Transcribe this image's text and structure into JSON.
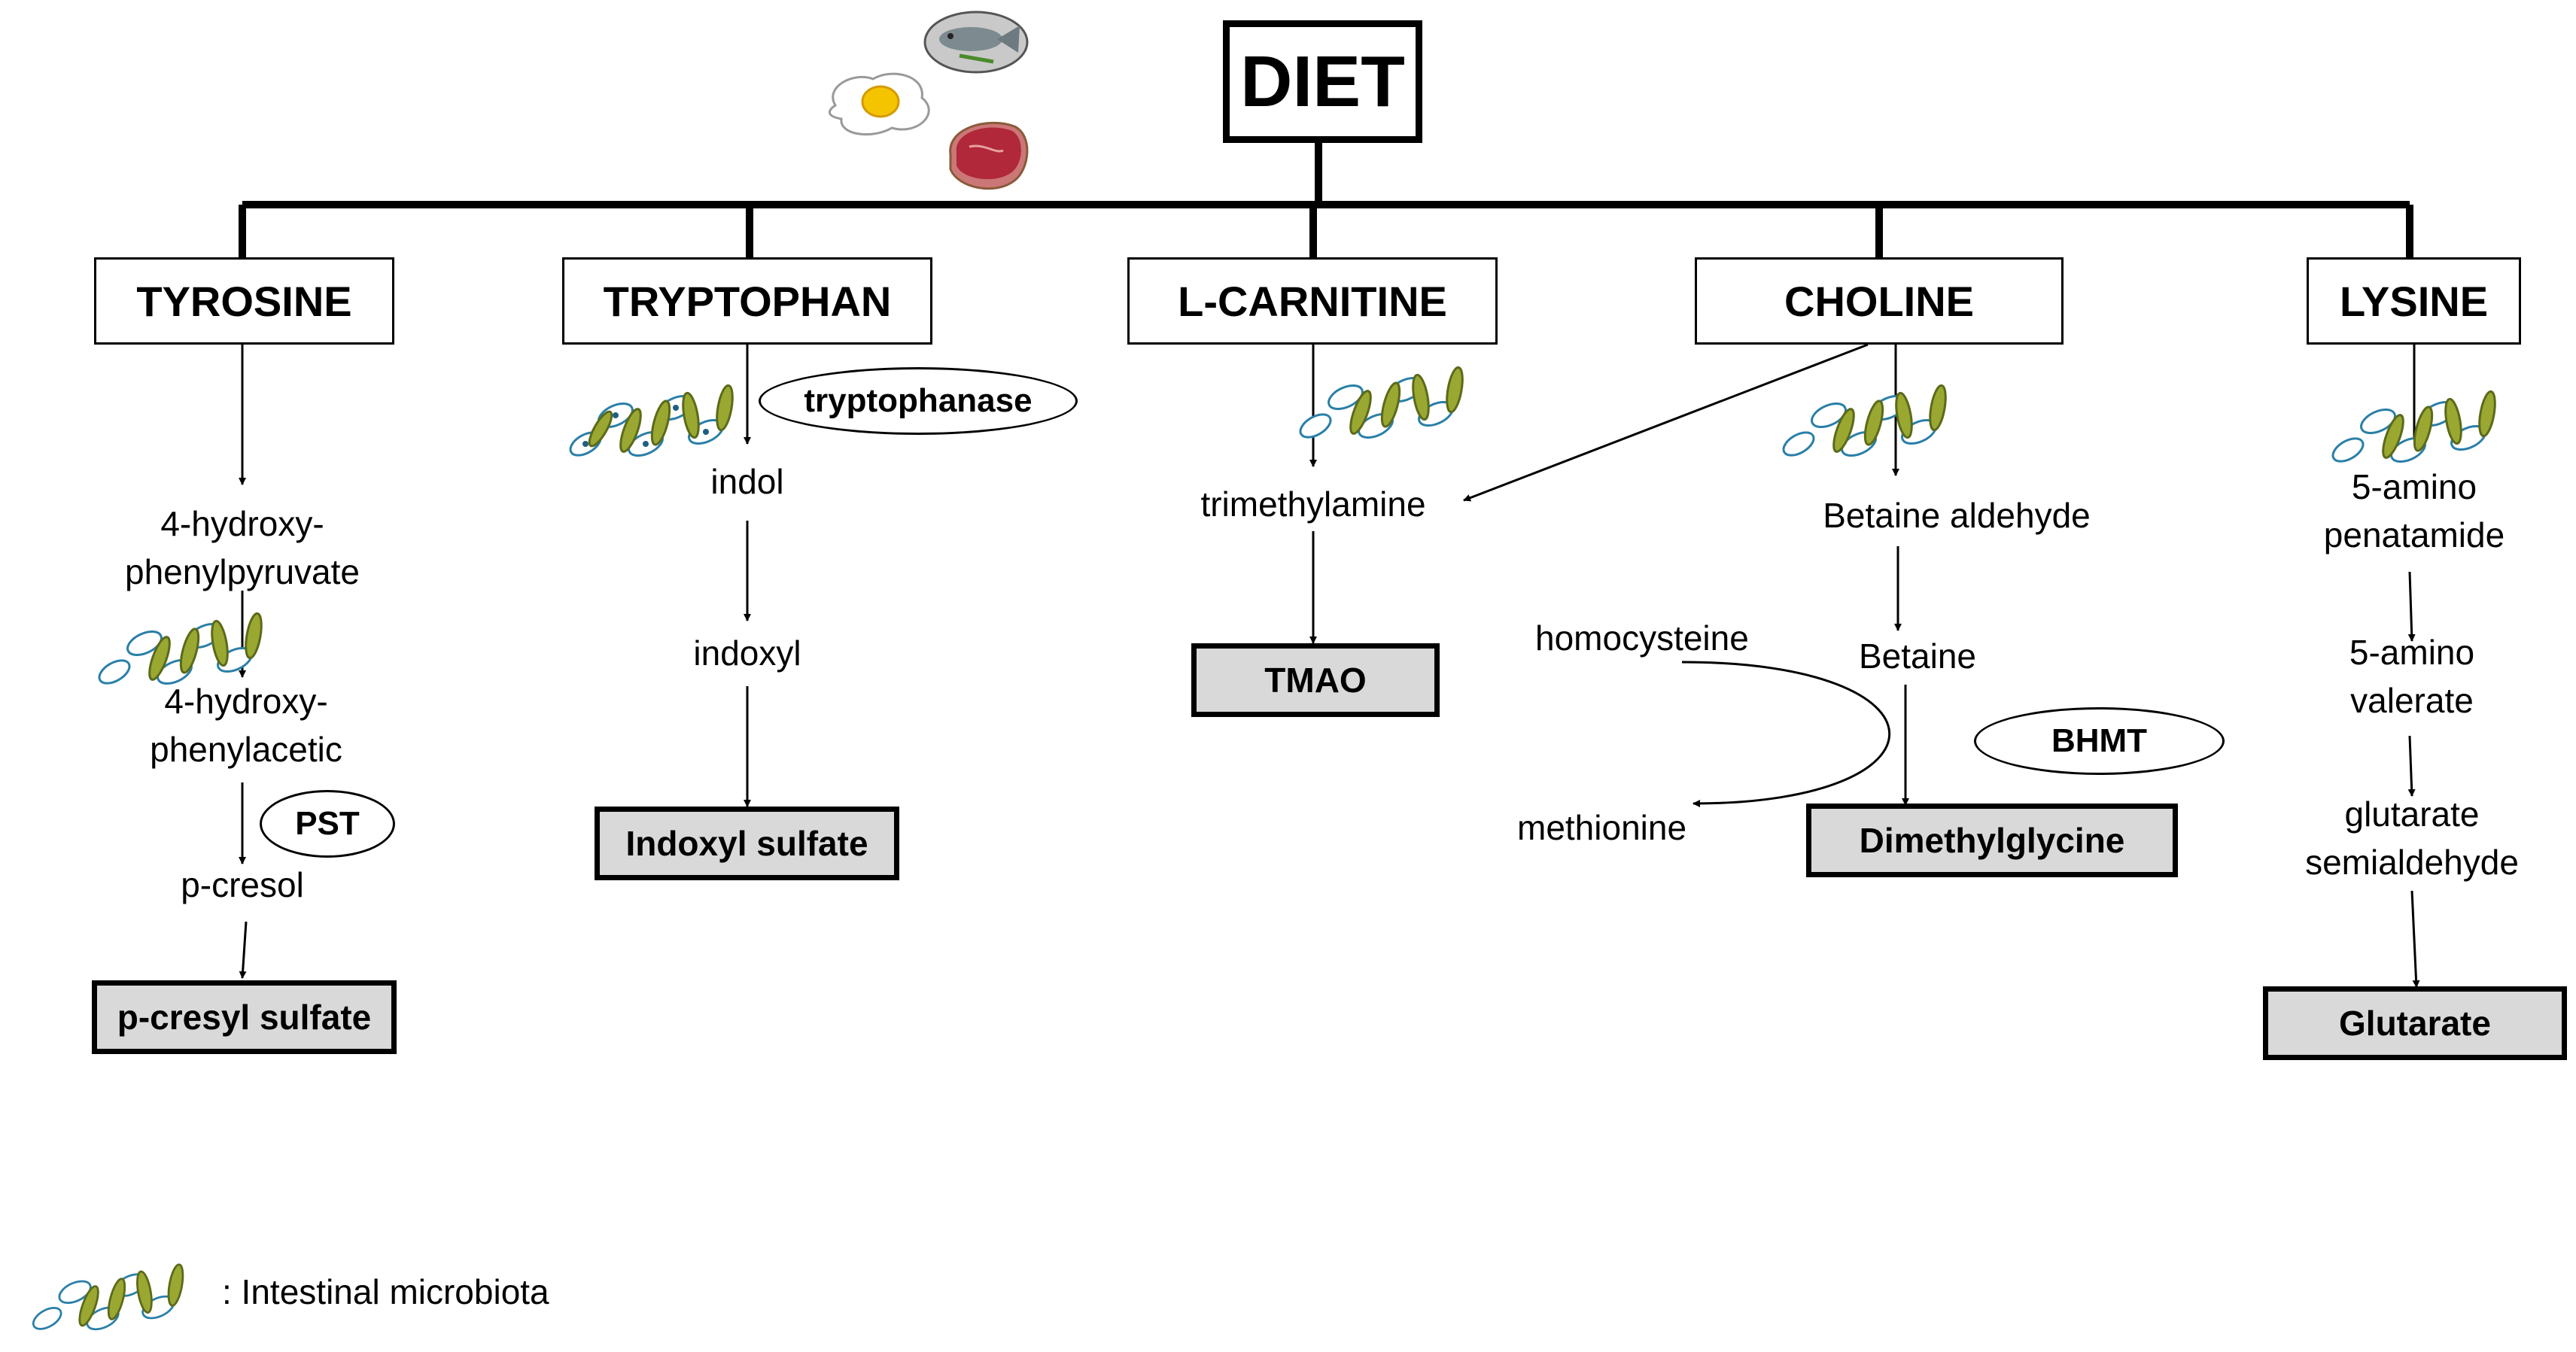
{
  "root": {
    "label": "DIET"
  },
  "sources": {
    "tyrosine": "TYROSINE",
    "tryptophan": "TRYPTOPHAN",
    "carnitine": "L-CARNITINE",
    "choline": "CHOLINE",
    "lysine": "LYSINE"
  },
  "tyrosine_path": {
    "step1_line1": "4-hydroxy-",
    "step1_line2": "phenylpyruvate",
    "step2_line1": "4-hydroxy-",
    "step2_line2": "phenylacetic",
    "enzyme": "PST",
    "step3": "p-cresol",
    "product": "p-cresyl sulfate"
  },
  "tryptophan_path": {
    "enzyme": "tryptophanase",
    "step1": "indol",
    "step2": "indoxyl",
    "product": "Indoxyl sulfate"
  },
  "carnitine_path": {
    "step1": "trimethylamine",
    "product": "TMAO"
  },
  "choline_path": {
    "step1": "Betaine aldehyde",
    "step2": "Betaine",
    "cosubstrate_in": "homocysteine",
    "cosubstrate_out": "methionine",
    "enzyme": "BHMT",
    "product": "Dimethylglycine"
  },
  "lysine_path": {
    "step1_line1": "5-amino",
    "step1_line2": "penatamide",
    "step2_line1": "5-amino",
    "step2_line2": "valerate",
    "step3_line1": "glutarate",
    "step3_line2": "semialdehyde",
    "product": "Glutarate"
  },
  "legend": {
    "text": ": Intestinal microbiota"
  },
  "icons": {
    "microbiota": "bacteria-cluster-icon",
    "fish": "fish-plate-icon",
    "egg": "fried-egg-icon",
    "steak": "steak-icon"
  },
  "colors": {
    "product_fill": "#d9d9d9",
    "bacteria_blue": "#2a7fa8",
    "bacteria_green": "#8a9a2a"
  }
}
